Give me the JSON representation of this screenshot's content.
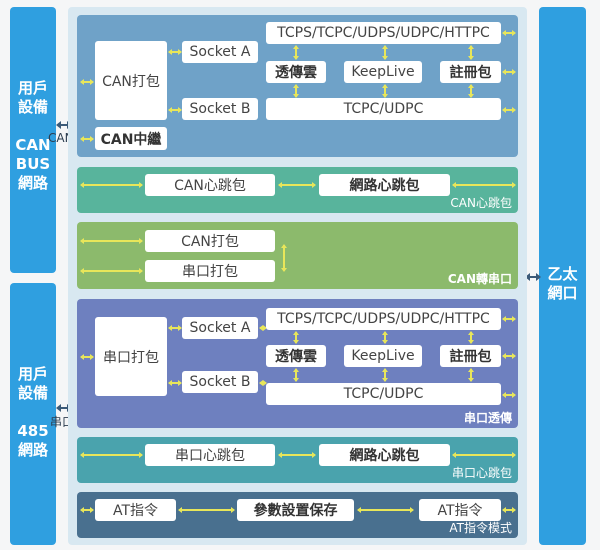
{
  "colors": {
    "column_blue": "#2f9fe0",
    "area_bg": "#d8e8f1",
    "can_transparent": "#6fa2c8",
    "can_heartbeat": "#58b49c",
    "can_to_serial": "#8cba6c",
    "serial_transparent": "#6e80bf",
    "serial_heartbeat": "#4aa3ad",
    "at_mode": "#49708f",
    "arrow_yellow": "#e8e65a"
  },
  "left_columns": [
    {
      "lines": [
        "用戶",
        "設備",
        "",
        "CAN",
        "BUS",
        "網路"
      ],
      "interface_label": "CAN"
    },
    {
      "lines": [
        "用戶",
        "設備",
        "",
        "485",
        "網路"
      ],
      "interface_label": "串口"
    }
  ],
  "right_column": {
    "lines": [
      "乙太",
      "網口"
    ]
  },
  "panels": {
    "can_transparent": {
      "title": "",
      "packet_box": "CAN打包",
      "relay_box": "CAN中繼",
      "socket_a": "Socket A",
      "socket_b": "Socket B",
      "protocols": "TCPS/TCPC/UDPS/UDPC/HTTPC",
      "cloud": "透傳雲",
      "keeplive": "KeepLive",
      "register": "註冊包",
      "tcpc_udpc": "TCPC/UDPC"
    },
    "can_heartbeat": {
      "title": "CAN心跳包",
      "left_box": "CAN心跳包",
      "right_box": "網路心跳包"
    },
    "can_to_serial": {
      "title": "CAN轉串口",
      "box1": "CAN打包",
      "box2": "串口打包"
    },
    "serial_transparent": {
      "title": "串口透傳",
      "packet_box": "串口打包",
      "socket_a": "Socket A",
      "socket_b": "Socket B",
      "protocols": "TCPS/TCPC/UDPS/UDPC/HTTPC",
      "cloud": "透傳雲",
      "keeplive": "KeepLive",
      "register": "註冊包",
      "tcpc_udpc": "TCPC/UDPC"
    },
    "serial_heartbeat": {
      "title": "串口心跳包",
      "left_box": "串口心跳包",
      "right_box": "網路心跳包"
    },
    "at_mode": {
      "title": "AT指令模式",
      "left_box": "AT指令",
      "center_box": "參數設置保存",
      "right_box": "AT指令"
    }
  }
}
